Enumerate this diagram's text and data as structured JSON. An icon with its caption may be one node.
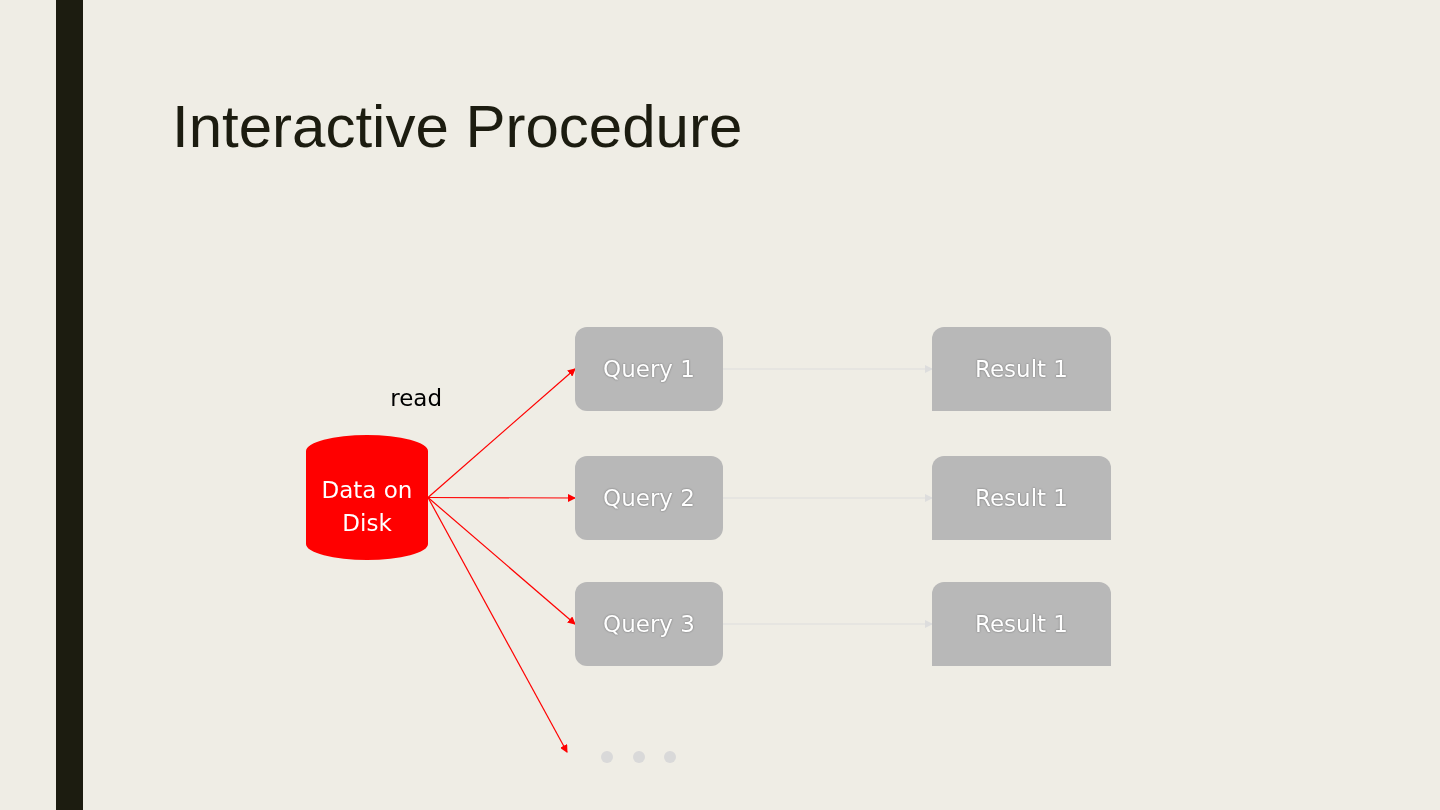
{
  "diagram": {
    "title": "Interactive Procedure",
    "nodes": [
      {
        "text": [
          "Data on Disk"
        ]
      },
      {
        "text": [
          "Query 1"
        ]
      },
      {
        "text": [
          "Query 2"
        ]
      },
      {
        "text": [
          "Query 3"
        ]
      },
      {
        "text": [
          "Result 1"
        ]
      },
      {
        "text": [
          "Result 1"
        ]
      },
      {
        "text": [
          "Result 1"
        ]
      }
    ],
    "edges": [
      {
        "from": 0,
        "to": 1,
        "arrow": "to"
      },
      {
        "from": 0,
        "to": 2,
        "arrow": "to"
      },
      {
        "from": 0,
        "to": 3,
        "arrow": "to"
      },
      {
        "from": 0,
        "to": null,
        "arrow": "to"
      },
      {
        "from": 1,
        "to": 4,
        "arrow": "to",
        "color": "#dddddd"
      },
      {
        "from": 2,
        "to": 5,
        "arrow": "to",
        "color": "#dddddd"
      },
      {
        "from": 3,
        "to": 6,
        "arrow": "to",
        "color": "#dddddd"
      }
    ],
    "labels": [
      "read"
    ]
  }
}
